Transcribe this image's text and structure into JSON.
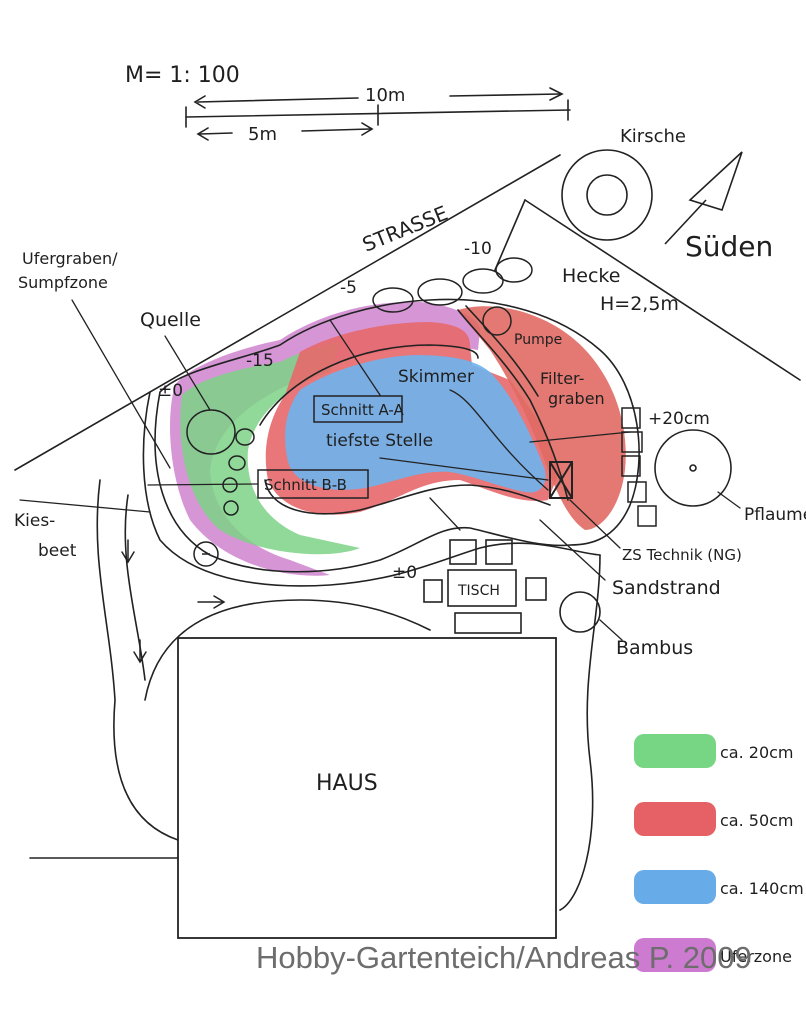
{
  "scale": "M= 1: 100",
  "scale_bar": {
    "total": "10m",
    "half": "5m"
  },
  "street": "STRASSE",
  "compass": "Süden",
  "trees": {
    "cherry": "Kirsche",
    "plum": "Pflaume",
    "bamboo": "Bambus"
  },
  "hedge": {
    "name": "Hecke",
    "height": "H=2,5m"
  },
  "labels": {
    "bank_zone": "Ufergraben/ Sumpfzone",
    "spring": "Quelle",
    "pump": "Pumpe",
    "skimmer": "Skimmer",
    "filter_trench": "Filter- graben",
    "section_a": "Schnitt A-A",
    "deepest": "tiefste Stelle",
    "section_b": "Schnitt B-B",
    "gravel_bed": "Kies- beet",
    "technik": "ZS Technik (NG)",
    "beach": "Sandstrand",
    "table": "TISCH",
    "house": "HAUS",
    "plus20": "+20cm"
  },
  "levels": {
    "l_minus10": "-10",
    "l_minus5": "-5",
    "l_minus15": "-15",
    "l_zero_left": "±0",
    "l_zero_bottom": "±0"
  },
  "legend": [
    {
      "color": "#5fcf6e",
      "label": "ca. 20cm"
    },
    {
      "color": "#e0454a",
      "label": "ca. 50cm"
    },
    {
      "color": "#4c9de4",
      "label": "ca. 140cm"
    },
    {
      "color": "#c464c8",
      "label": "Uferzone"
    }
  ],
  "caption": "Hobby-Gartenteich/Andreas P. 2009"
}
